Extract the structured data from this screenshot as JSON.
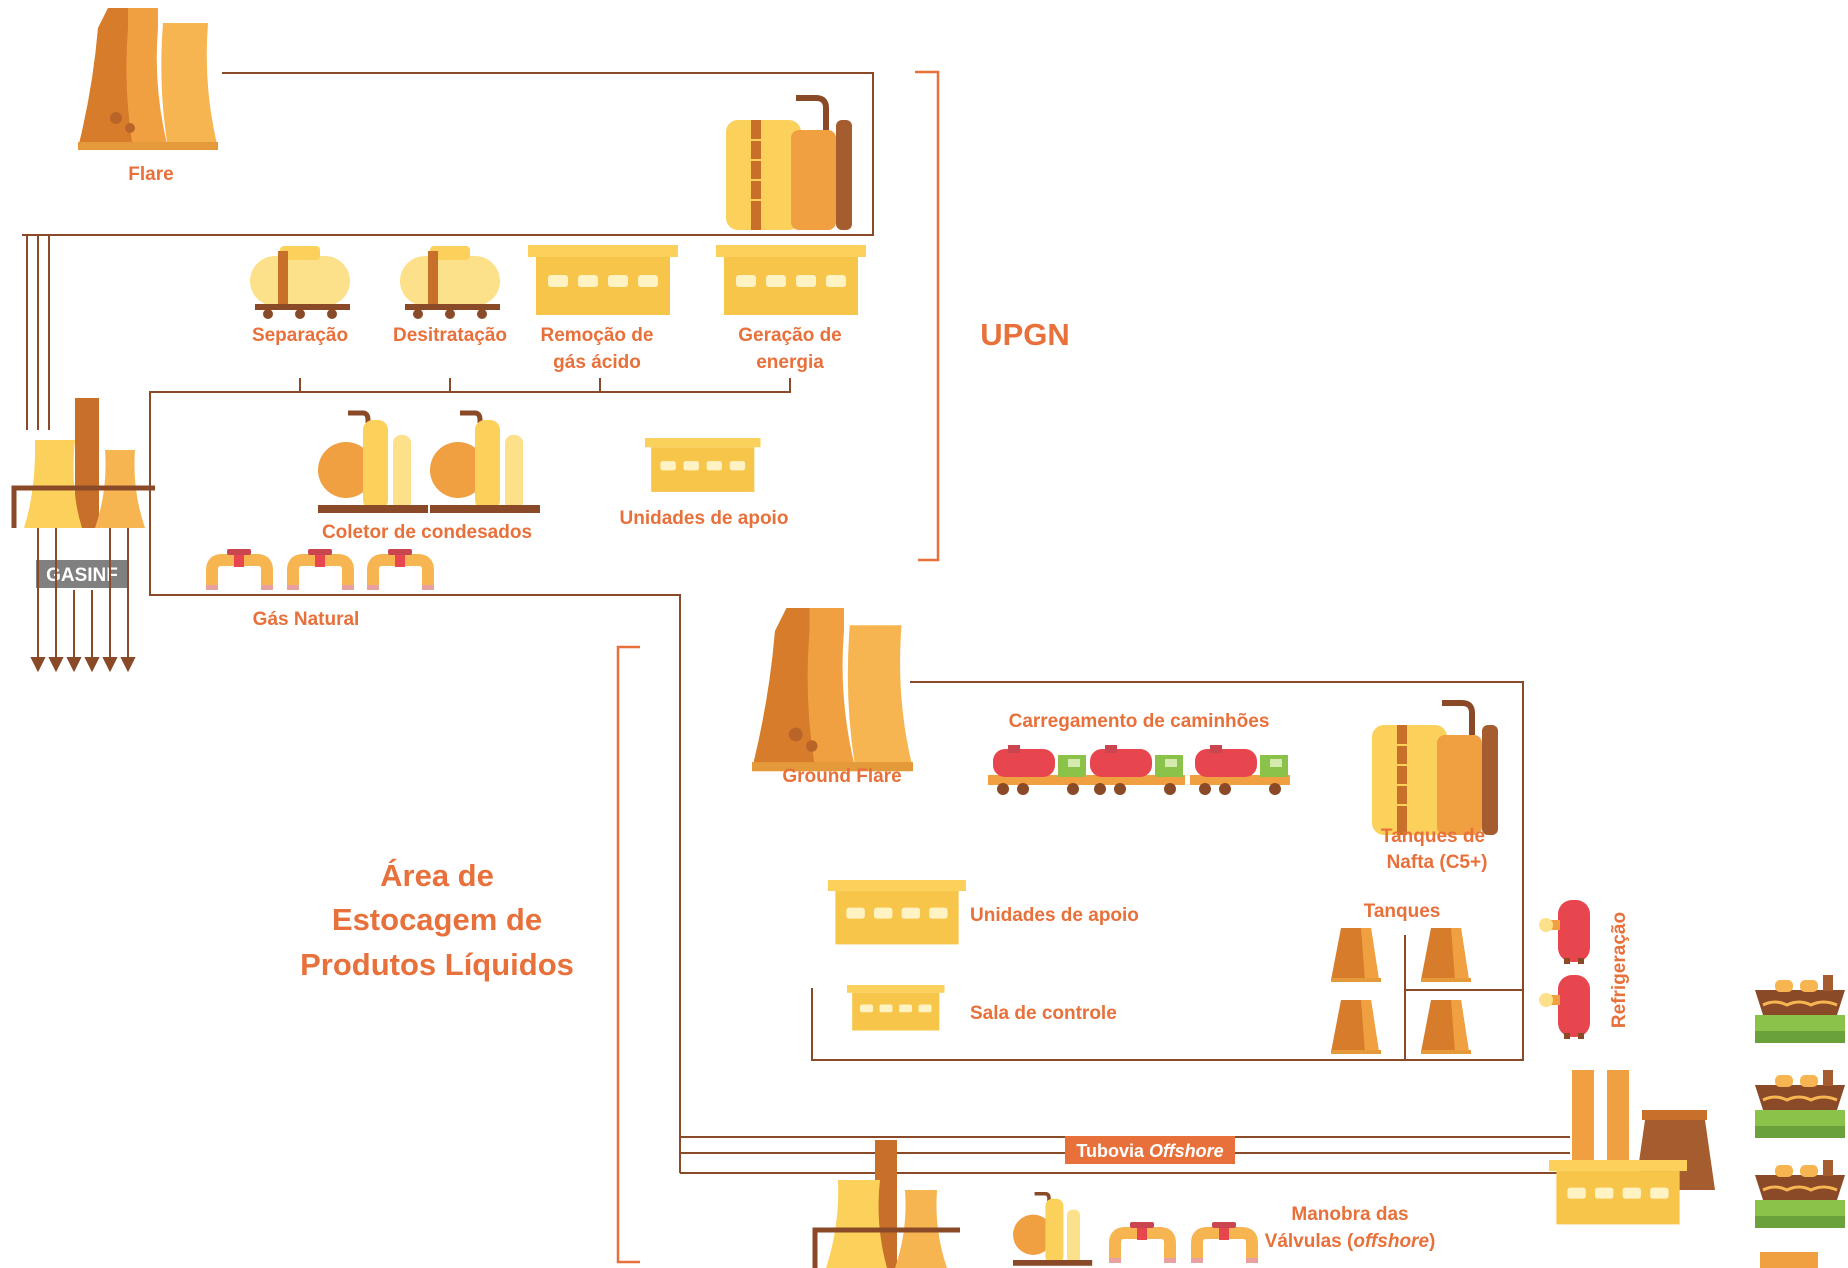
{
  "labels": {
    "flare": "Flare",
    "separacao": "Separação",
    "desitratacao": "Desitratação",
    "remocao_1": "Remoção de",
    "remocao_2": "gás ácido",
    "geracao_1": "Geração de",
    "geracao_2": "energia",
    "upgn": "UPGN",
    "coletor": "Coletor de condesados",
    "unidades_apoio_top": "Unidades de apoio",
    "gasinf": "GASINF",
    "gas_natural": "Gás Natural",
    "ground_flare": "Ground Flare",
    "carregamento": "Carregamento de caminhões",
    "tanques_nafta_1": "Tanques de",
    "tanques_nafta_2": "Nafta (C5+)",
    "area_1": "Área de",
    "area_2": "Estocagem de",
    "area_3": "Produtos Líquidos",
    "unidades_apoio_bottom": "Unidades de apoio",
    "tanques": "Tanques",
    "refrigeracao": "Refrigeração",
    "sala_controle": "Sala de controle",
    "tubovia": "Tubovia",
    "tubovia_italic": "Offshore",
    "manobra_1": "Manobra das",
    "manobra_2": "Válvulas (",
    "manobra_2_italic": "offshore",
    "manobra_2_end": ")"
  },
  "colors": {
    "accent": "#e8703a",
    "line": "#8a4a28",
    "yellow": "#fbd15b",
    "orange": "#f0a040",
    "brown": "#c8702a",
    "red": "#e8464f",
    "green": "#8bc34a",
    "gasinf_bg": "#808080"
  }
}
